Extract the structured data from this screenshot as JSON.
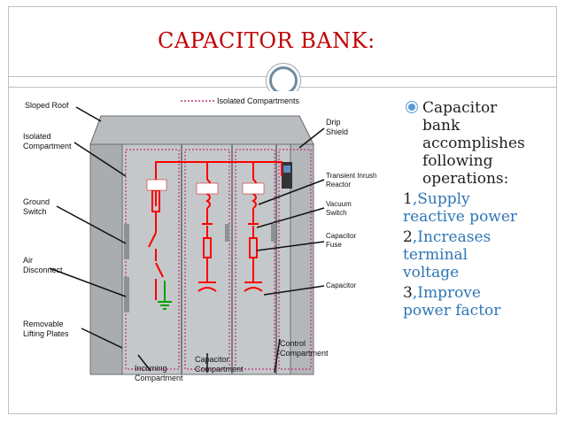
{
  "slide": {
    "title": "CAPACITOR BANK:"
  },
  "figure": {
    "isolated_compartments": "Isolated Compartments",
    "labels": {
      "sloped_roof": "Sloped Roof",
      "isolated": "Isolated",
      "compartment": "Compartment",
      "ground": "Ground",
      "switch": "Switch",
      "air": "Air",
      "disconnect": "Disconnect",
      "removable": "Removable",
      "lifting_plates": "Lifting Plates",
      "incoming": "Incoming",
      "incoming_compartment": "Compartment",
      "capacitor": "Capacitor",
      "capacitor_compartment": "Compartment",
      "control": "Control",
      "control_compartment": "Compartment",
      "drip": "Drip",
      "shield": "Shield",
      "transient_inrush": "Transient Inrush",
      "reactor": "Reactor",
      "vacuum": "Vacuum",
      "vacuum_switch": "Switch",
      "capacitor_fuse_1": "Capacitor",
      "capacitor_fuse_2": "Fuse",
      "capacitor_right": "Capacitor"
    }
  },
  "bullets": {
    "intro_lines": [
      "Capacitor",
      "bank",
      "accomplishes",
      "following",
      "operations:"
    ],
    "items": [
      {
        "num": "1",
        "lines": [
          ",Supply",
          "reactive power"
        ]
      },
      {
        "num": "2",
        "lines": [
          ",Increases",
          "terminal",
          "voltage"
        ]
      },
      {
        "num": "3",
        "lines": [
          ",Improve",
          "power factor"
        ]
      }
    ]
  },
  "colors": {
    "title": "#c00000",
    "accent_blue": "#2e75b6",
    "bullet": "#5b9bd5",
    "circuit_red": "#ff0000",
    "ground_green": "#00a000",
    "dotted_magenta": "#c0307a"
  }
}
